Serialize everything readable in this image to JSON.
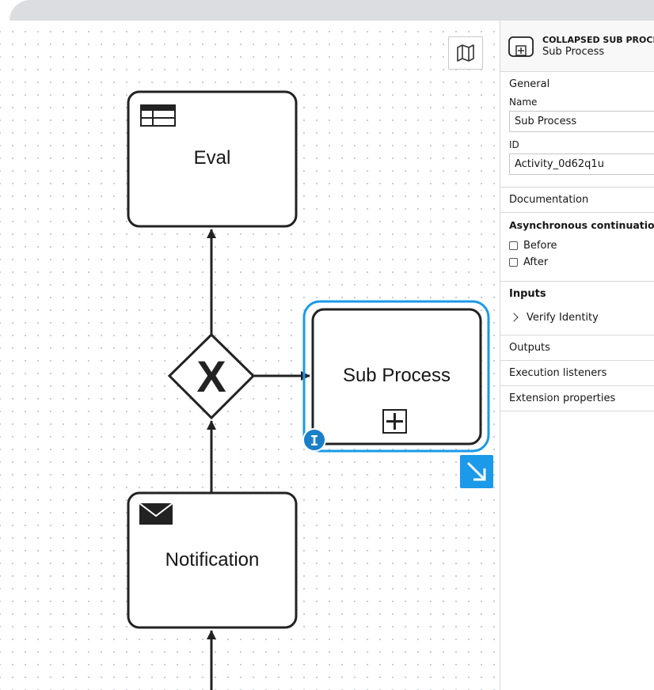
{
  "canvas": {
    "tasks": {
      "eval": "Eval",
      "sub_process": "Sub Process",
      "notification": "Notification"
    },
    "gateway_symbol": "X",
    "badge_letter": "I",
    "icons": {
      "minimap": "map-icon",
      "eval_type": "business-rule-table-icon",
      "notification_type": "envelope-icon",
      "subprocess_marker": "plus-square-icon",
      "resize": "resize-arrow-icon"
    },
    "colors": {
      "selection": "#1a9ae8",
      "badge": "#1a7fc9",
      "stroke": "#222222"
    }
  },
  "panel": {
    "header": {
      "type": "COLLAPSED SUB PROCESS",
      "name": "Sub Process"
    },
    "general": {
      "title": "General",
      "name_label": "Name",
      "name_value": "Sub Process",
      "id_label": "ID",
      "id_value": "Activity_0d62q1u"
    },
    "documentation": "Documentation",
    "async": {
      "title": "Asynchronous continuations",
      "before": "Before",
      "after": "After"
    },
    "inputs": {
      "title": "Inputs",
      "items": [
        "Verify Identity"
      ]
    },
    "outputs": "Outputs",
    "execution_listeners": "Execution listeners",
    "extension_properties": "Extension properties"
  }
}
